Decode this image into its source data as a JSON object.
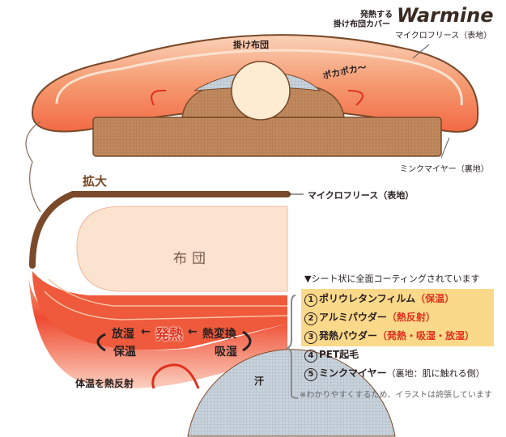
{
  "brand": {
    "tagline_line1": "発熱する",
    "tagline_line2": "掛け布団カバー",
    "logo": "Warmine"
  },
  "top_labels": {
    "outer_fabric": "マイクロフリース（表地）",
    "comforter": "掛け布団",
    "warm_sound": "ポカポカ〜",
    "inner_fabric": "ミンクマイヤー（裏地）"
  },
  "zoom_section": {
    "zoom_label": "拡大",
    "outer_fabric": "マイクロフリース（表地）",
    "futon": "布団",
    "process": {
      "release_moisture": "放湿",
      "heat_generation": "発熱",
      "heat_conversion": "熱変換",
      "retain_heat": "保温",
      "absorb_moisture": "吸湿"
    },
    "reflect_body_heat": "体温を熱反射",
    "sweat": "汗"
  },
  "layers": {
    "heading": "▼シート状に全面コーティングされています",
    "items": [
      {
        "num": "1",
        "name": "ポリウレタンフィルム",
        "function": "（保温）",
        "highlighted": true
      },
      {
        "num": "2",
        "name": "アルミパウダー",
        "function": "（熱反射）",
        "highlighted": true
      },
      {
        "num": "3",
        "name": "発熱パウダー",
        "function": "（発熱・吸湿・放湿）",
        "highlighted": true
      },
      {
        "num": "4",
        "name": "PET起毛",
        "function": "",
        "highlighted": false
      },
      {
        "num": "5",
        "name": "ミンクマイヤー",
        "function": "（裏地：肌に触れる側）",
        "highlighted": false
      }
    ],
    "note": "※わかりやすくするため、イラストは誇張しています"
  },
  "colors": {
    "accent_red": "#e0301c",
    "brown": "#7a4a2a",
    "highlight": "#fbd98a"
  }
}
